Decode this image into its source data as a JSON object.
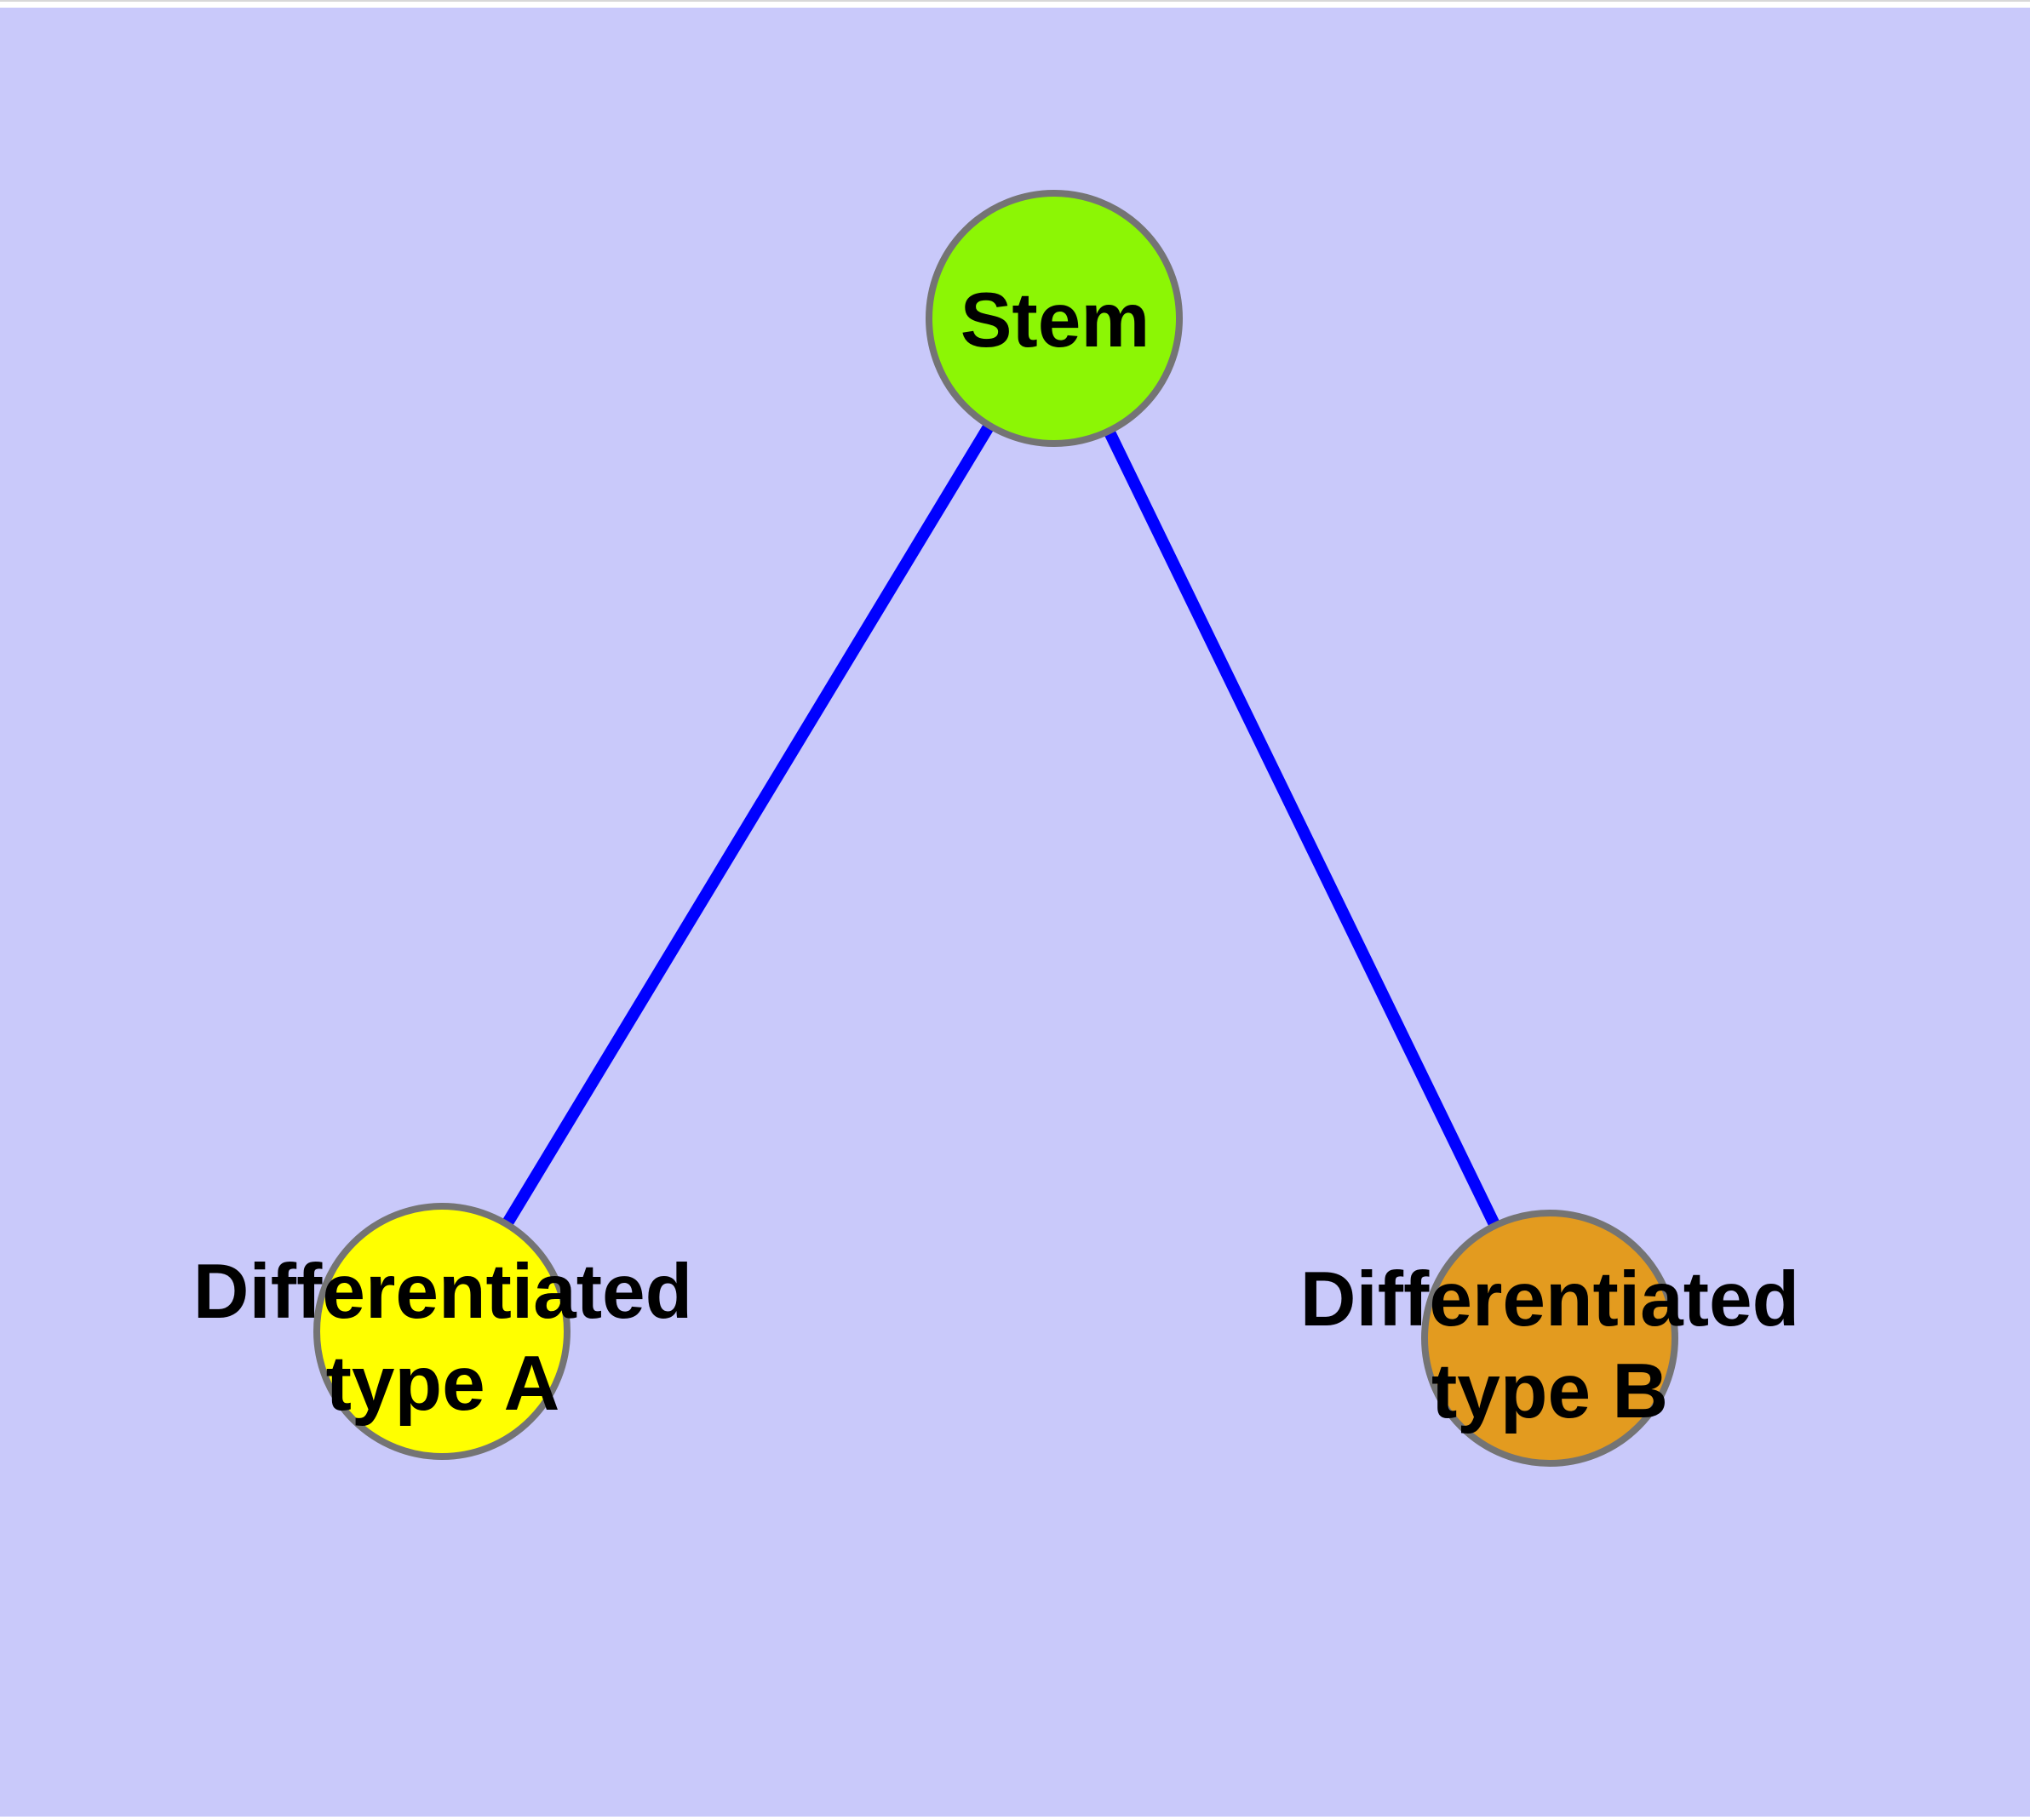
{
  "diagram": {
    "type": "node-link-graph",
    "nodes": {
      "stem": {
        "label": "Stem",
        "fill": "#8CF605"
      },
      "type_a": {
        "label": "Differentiated type A",
        "label_line1": "Differentiated",
        "label_line2": "type A",
        "fill": "#FFFF00"
      },
      "type_b": {
        "label": "Differentiated type B",
        "label_line1": "Differentiated",
        "label_line2": "type B",
        "fill": "#E39B1F"
      }
    },
    "edges": [
      {
        "from": "Stem",
        "to": "Differentiated type A"
      },
      {
        "from": "Stem",
        "to": "Differentiated type B"
      }
    ]
  },
  "colors": {
    "background": "#C9C9FA",
    "page_margin": "#FFFFFF",
    "top_hairline": "#D8D8D8",
    "edge": "#0000FF",
    "node_border": "#747474",
    "label_text": "#000000"
  }
}
